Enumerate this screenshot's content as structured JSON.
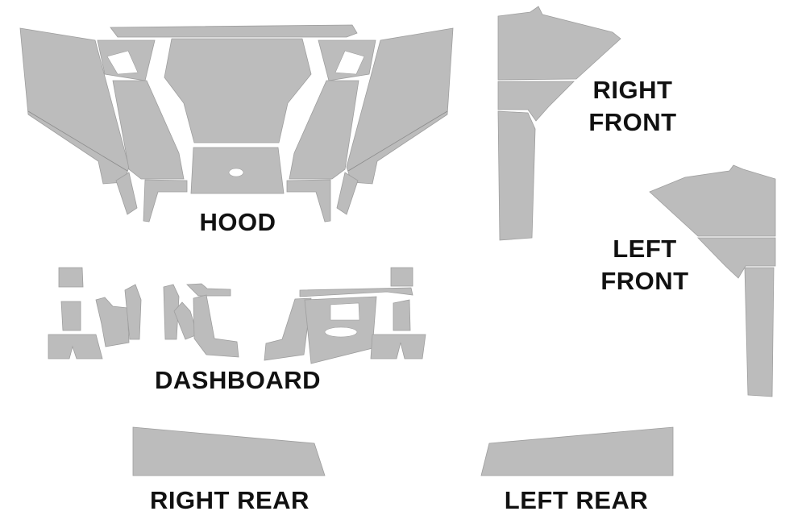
{
  "piece_color": "#bcbcbc",
  "label_color": "#111111",
  "labels": {
    "hood": "HOOD",
    "dashboard": "DASHBOARD",
    "right_front_1": "RIGHT",
    "right_front_2": "FRONT",
    "left_front_1": "LEFT",
    "left_front_2": "FRONT",
    "right_rear": "RIGHT REAR",
    "left_rear": "LEFT REAR"
  }
}
